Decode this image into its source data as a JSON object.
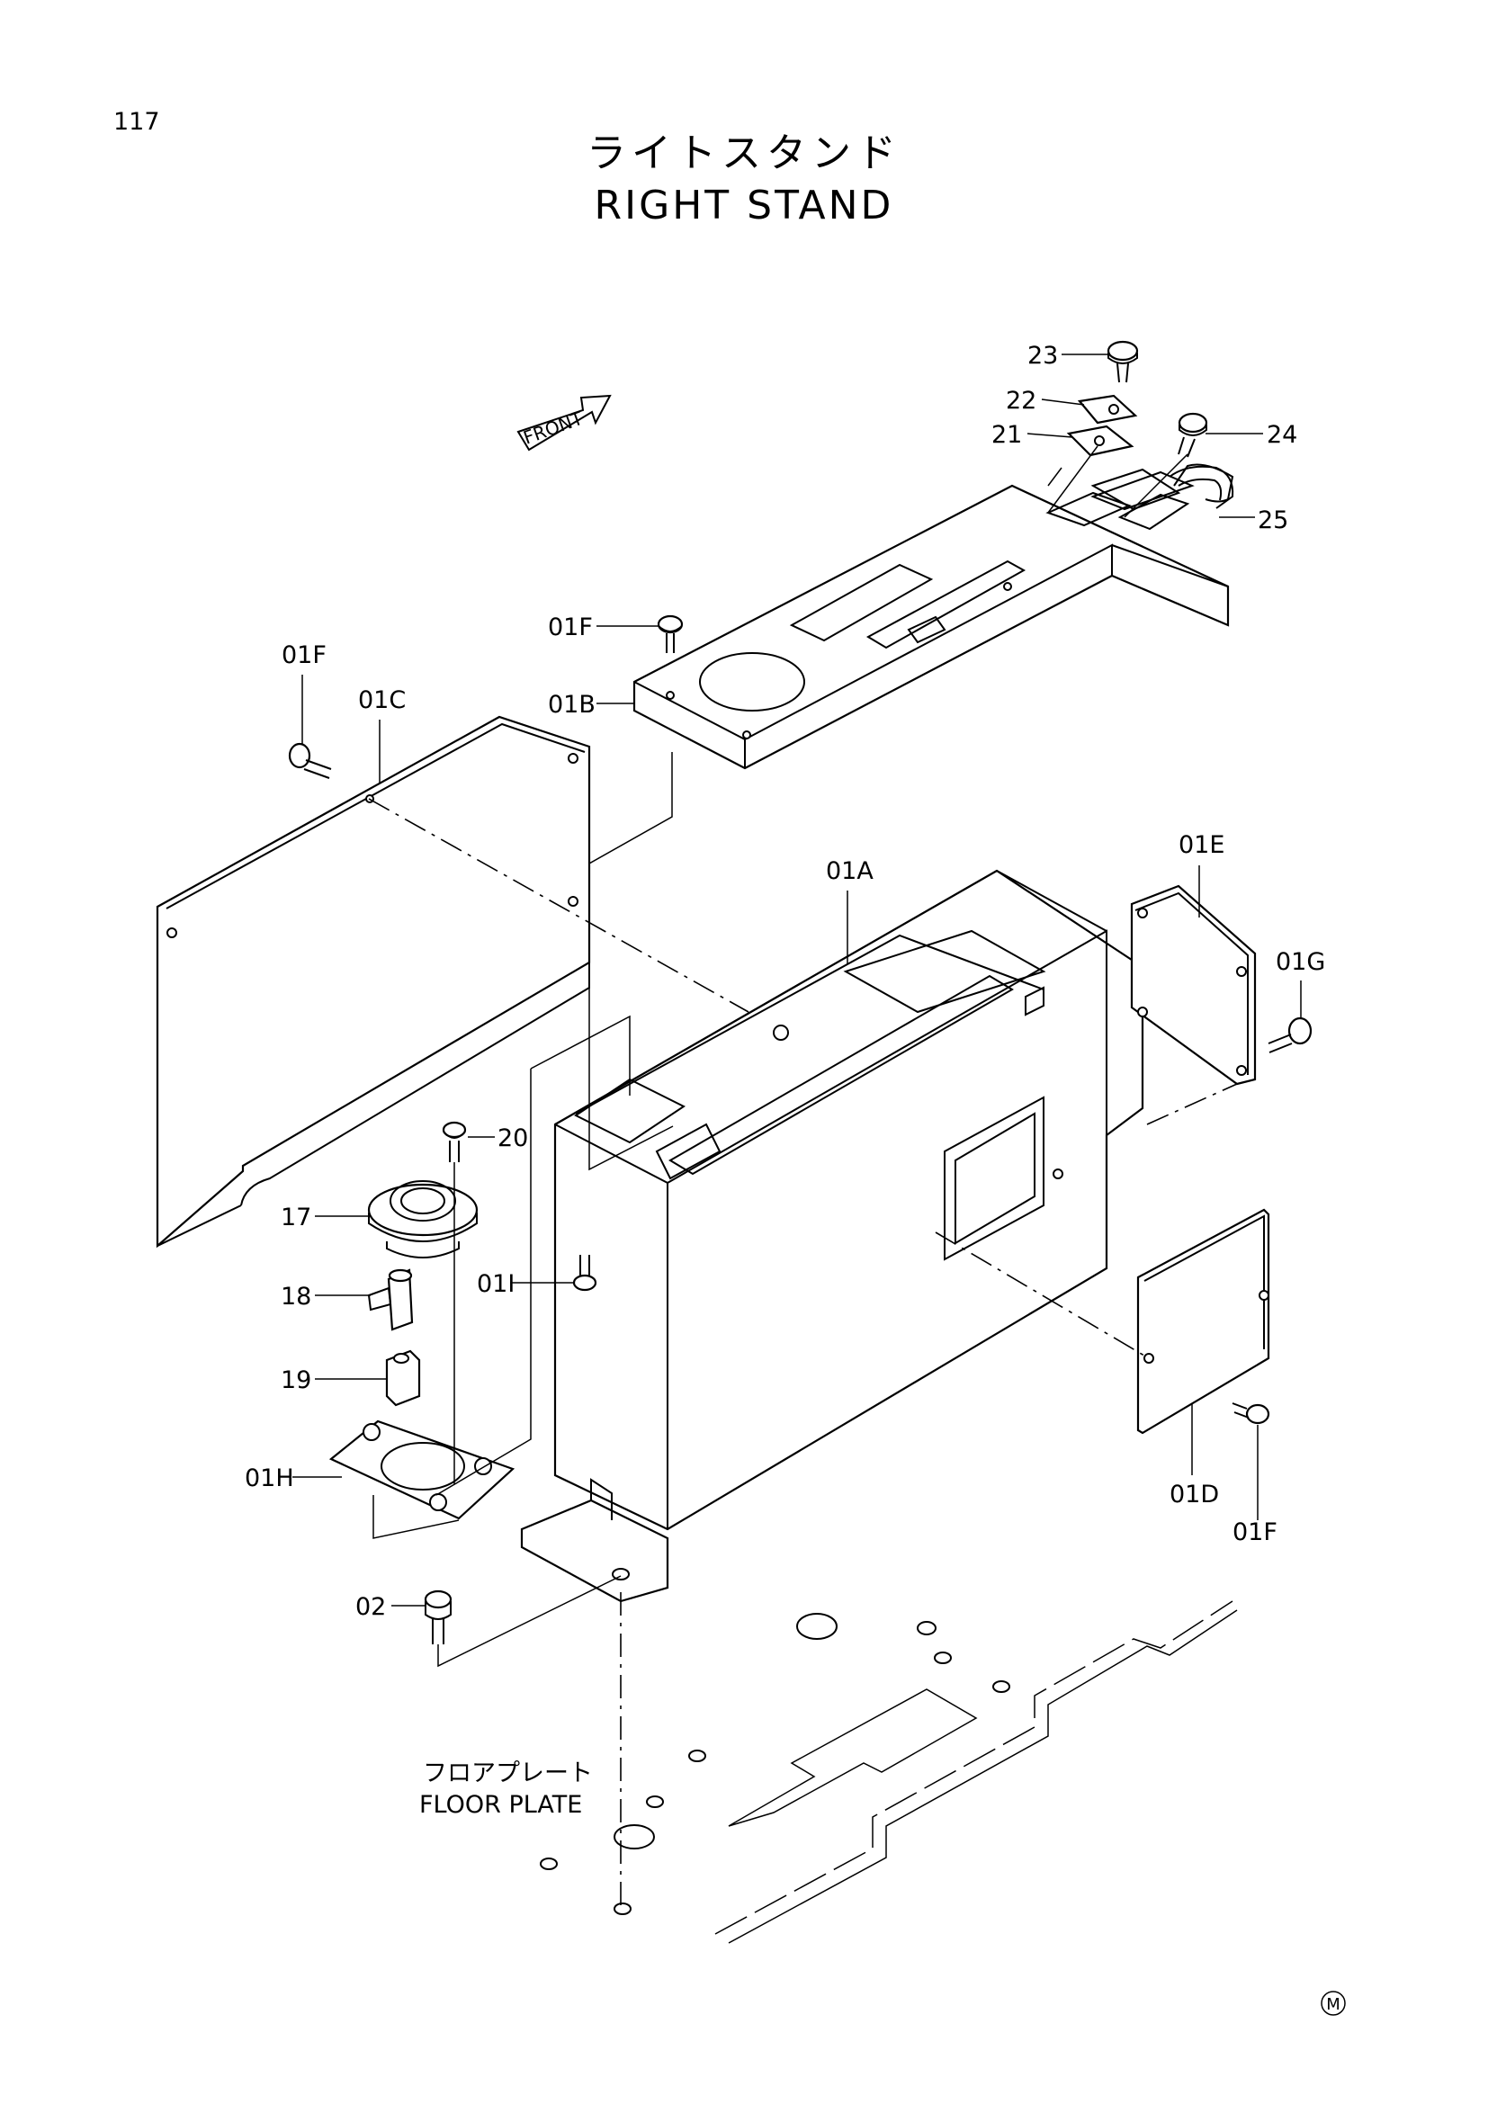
{
  "page_number": "117",
  "title_jp": "ライトスタンド",
  "title_en": "RIGHT STAND",
  "front_label": "FRONT",
  "floor_label_jp": "フロアプレート",
  "floor_label_en": "FLOOR PLATE",
  "mark": "M",
  "callouts": {
    "c23": "23",
    "c22": "22",
    "c21": "21",
    "c24": "24",
    "c25": "25",
    "c01F_top": "01F",
    "c01B": "01B",
    "c01F_left": "01F",
    "c01C": "01C",
    "c01A": "01A",
    "c01E": "01E",
    "c01G": "01G",
    "c20": "20",
    "c17": "17",
    "c18": "18",
    "c19": "19",
    "c01I": "01I",
    "c01H": "01H",
    "c02": "02",
    "c01D": "01D",
    "c01F_right": "01F"
  }
}
